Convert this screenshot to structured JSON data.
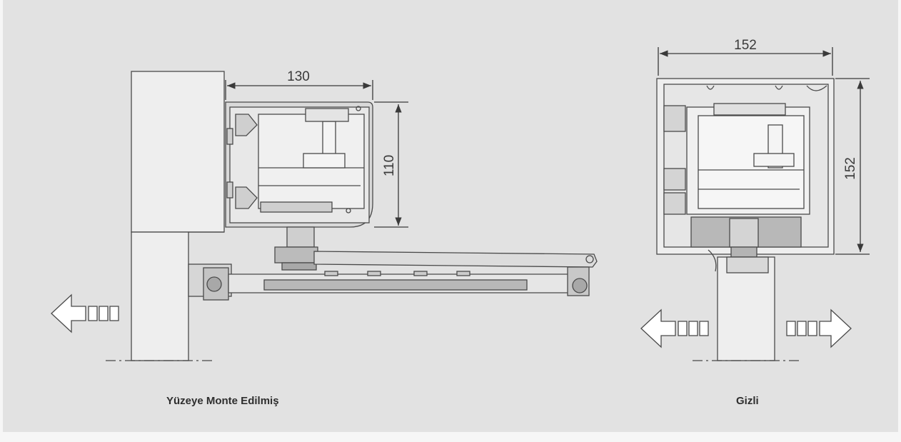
{
  "captions": {
    "surface_mounted": "Yüzeye Monte Edilmiş",
    "concealed": "Gizli"
  },
  "dimensions": {
    "surface_width": "130",
    "surface_height": "110",
    "concealed_width": "152",
    "concealed_height": "152"
  },
  "colors": {
    "background": "#e2e2e2",
    "line": "#4a4a4a",
    "fill_light": "#eeeeee",
    "fill_mid": "#b8b8b8"
  }
}
